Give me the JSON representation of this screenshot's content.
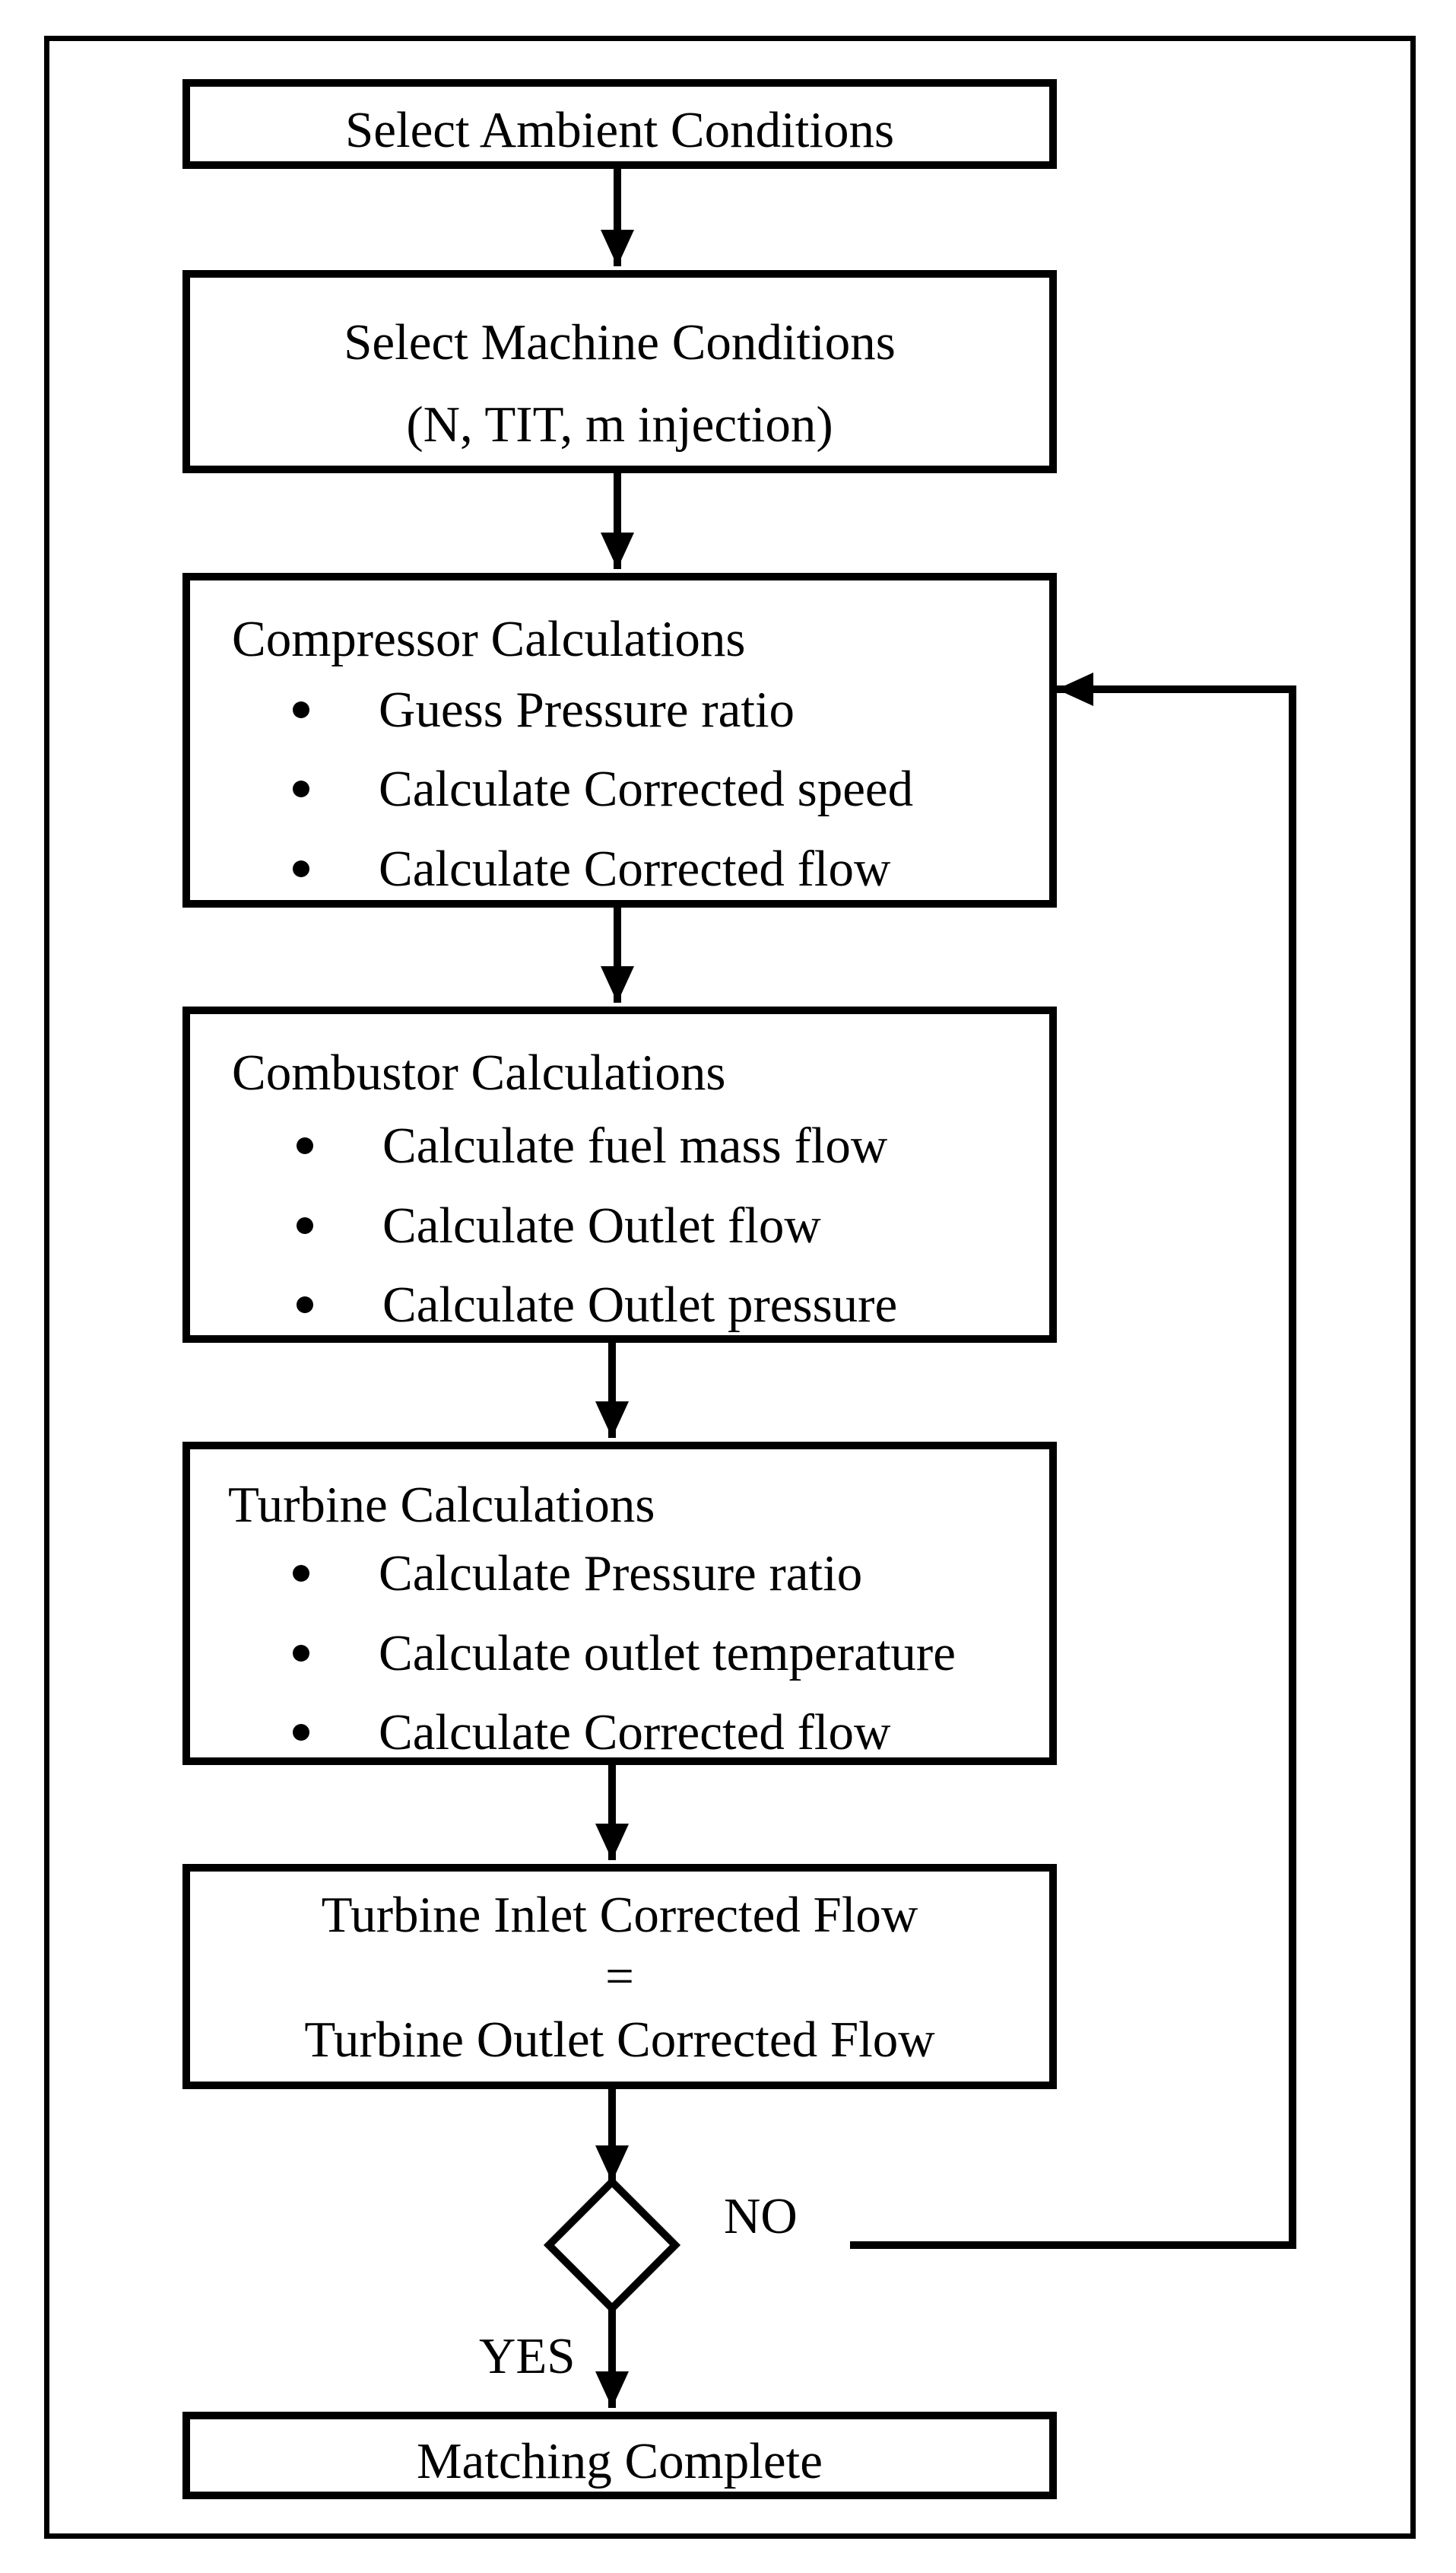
{
  "flowchart": {
    "ambient": {
      "title": "Select Ambient Conditions"
    },
    "machine": {
      "title": "Select Machine Conditions",
      "subtitle": "(N, TIT, m injection)"
    },
    "compressor": {
      "title": "Compressor Calculations",
      "items": [
        "Guess Pressure ratio",
        "Calculate Corrected speed",
        "Calculate Corrected flow"
      ]
    },
    "combustor": {
      "title": "Combustor Calculations",
      "items": [
        "Calculate fuel mass flow",
        "Calculate Outlet flow",
        "Calculate Outlet pressure"
      ]
    },
    "turbine": {
      "title": "Turbine Calculations",
      "items": [
        "Calculate Pressure ratio",
        "Calculate outlet temperature",
        "Calculate Corrected flow"
      ]
    },
    "check": {
      "line1": "Turbine Inlet Corrected Flow",
      "line2": "=",
      "line3": "Turbine Outlet Corrected Flow"
    },
    "decision": {
      "no_label": "NO",
      "yes_label": "YES"
    },
    "complete": {
      "title": "Matching Complete"
    }
  },
  "colors": {
    "stroke": "#000000",
    "background": "#ffffff"
  }
}
